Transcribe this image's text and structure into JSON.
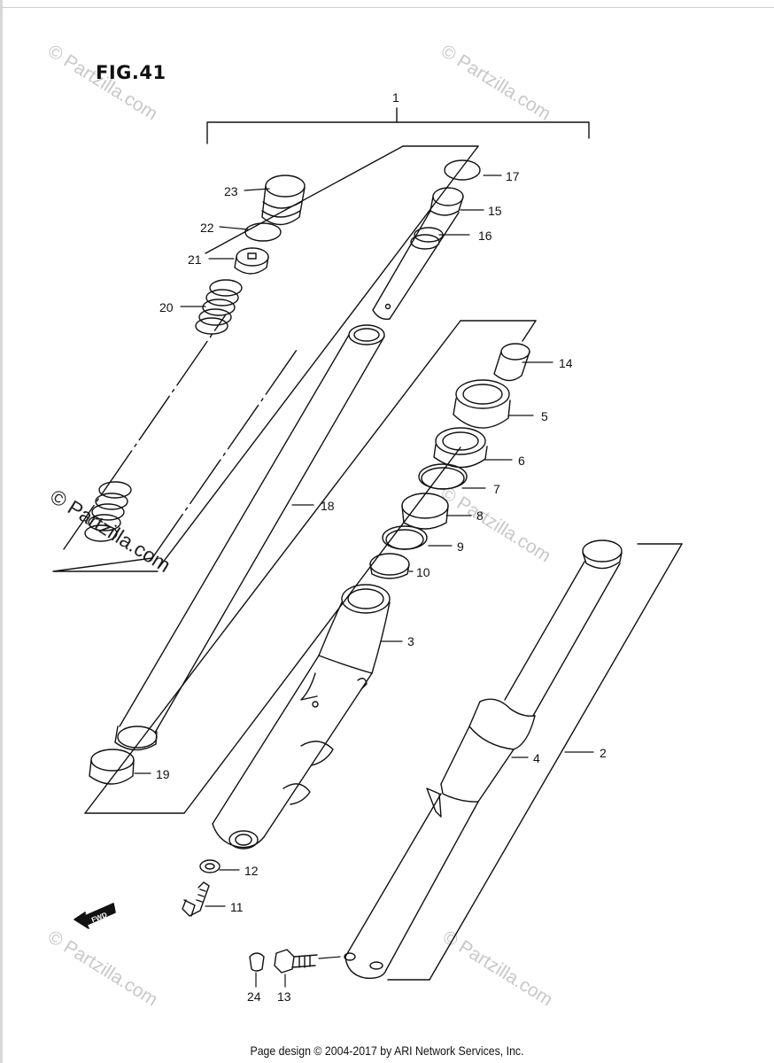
{
  "figure": {
    "title": "FIG.41"
  },
  "callouts": {
    "c1": "1",
    "c2": "2",
    "c3": "3",
    "c4": "4",
    "c5": "5",
    "c6": "6",
    "c7": "7",
    "c8": "8",
    "c9": "9",
    "c10": "10",
    "c11": "11",
    "c12": "12",
    "c13": "13",
    "c14": "14",
    "c15": "15",
    "c16": "16",
    "c17": "17",
    "c18": "18",
    "c19": "19",
    "c20": "20",
    "c21": "21",
    "c22": "22",
    "c23": "23",
    "c24": "24"
  },
  "fwd_label": "FWD",
  "watermark": "© Partzilla.com",
  "footer": "Page design © 2004-2017 by ARI Network Services, Inc."
}
